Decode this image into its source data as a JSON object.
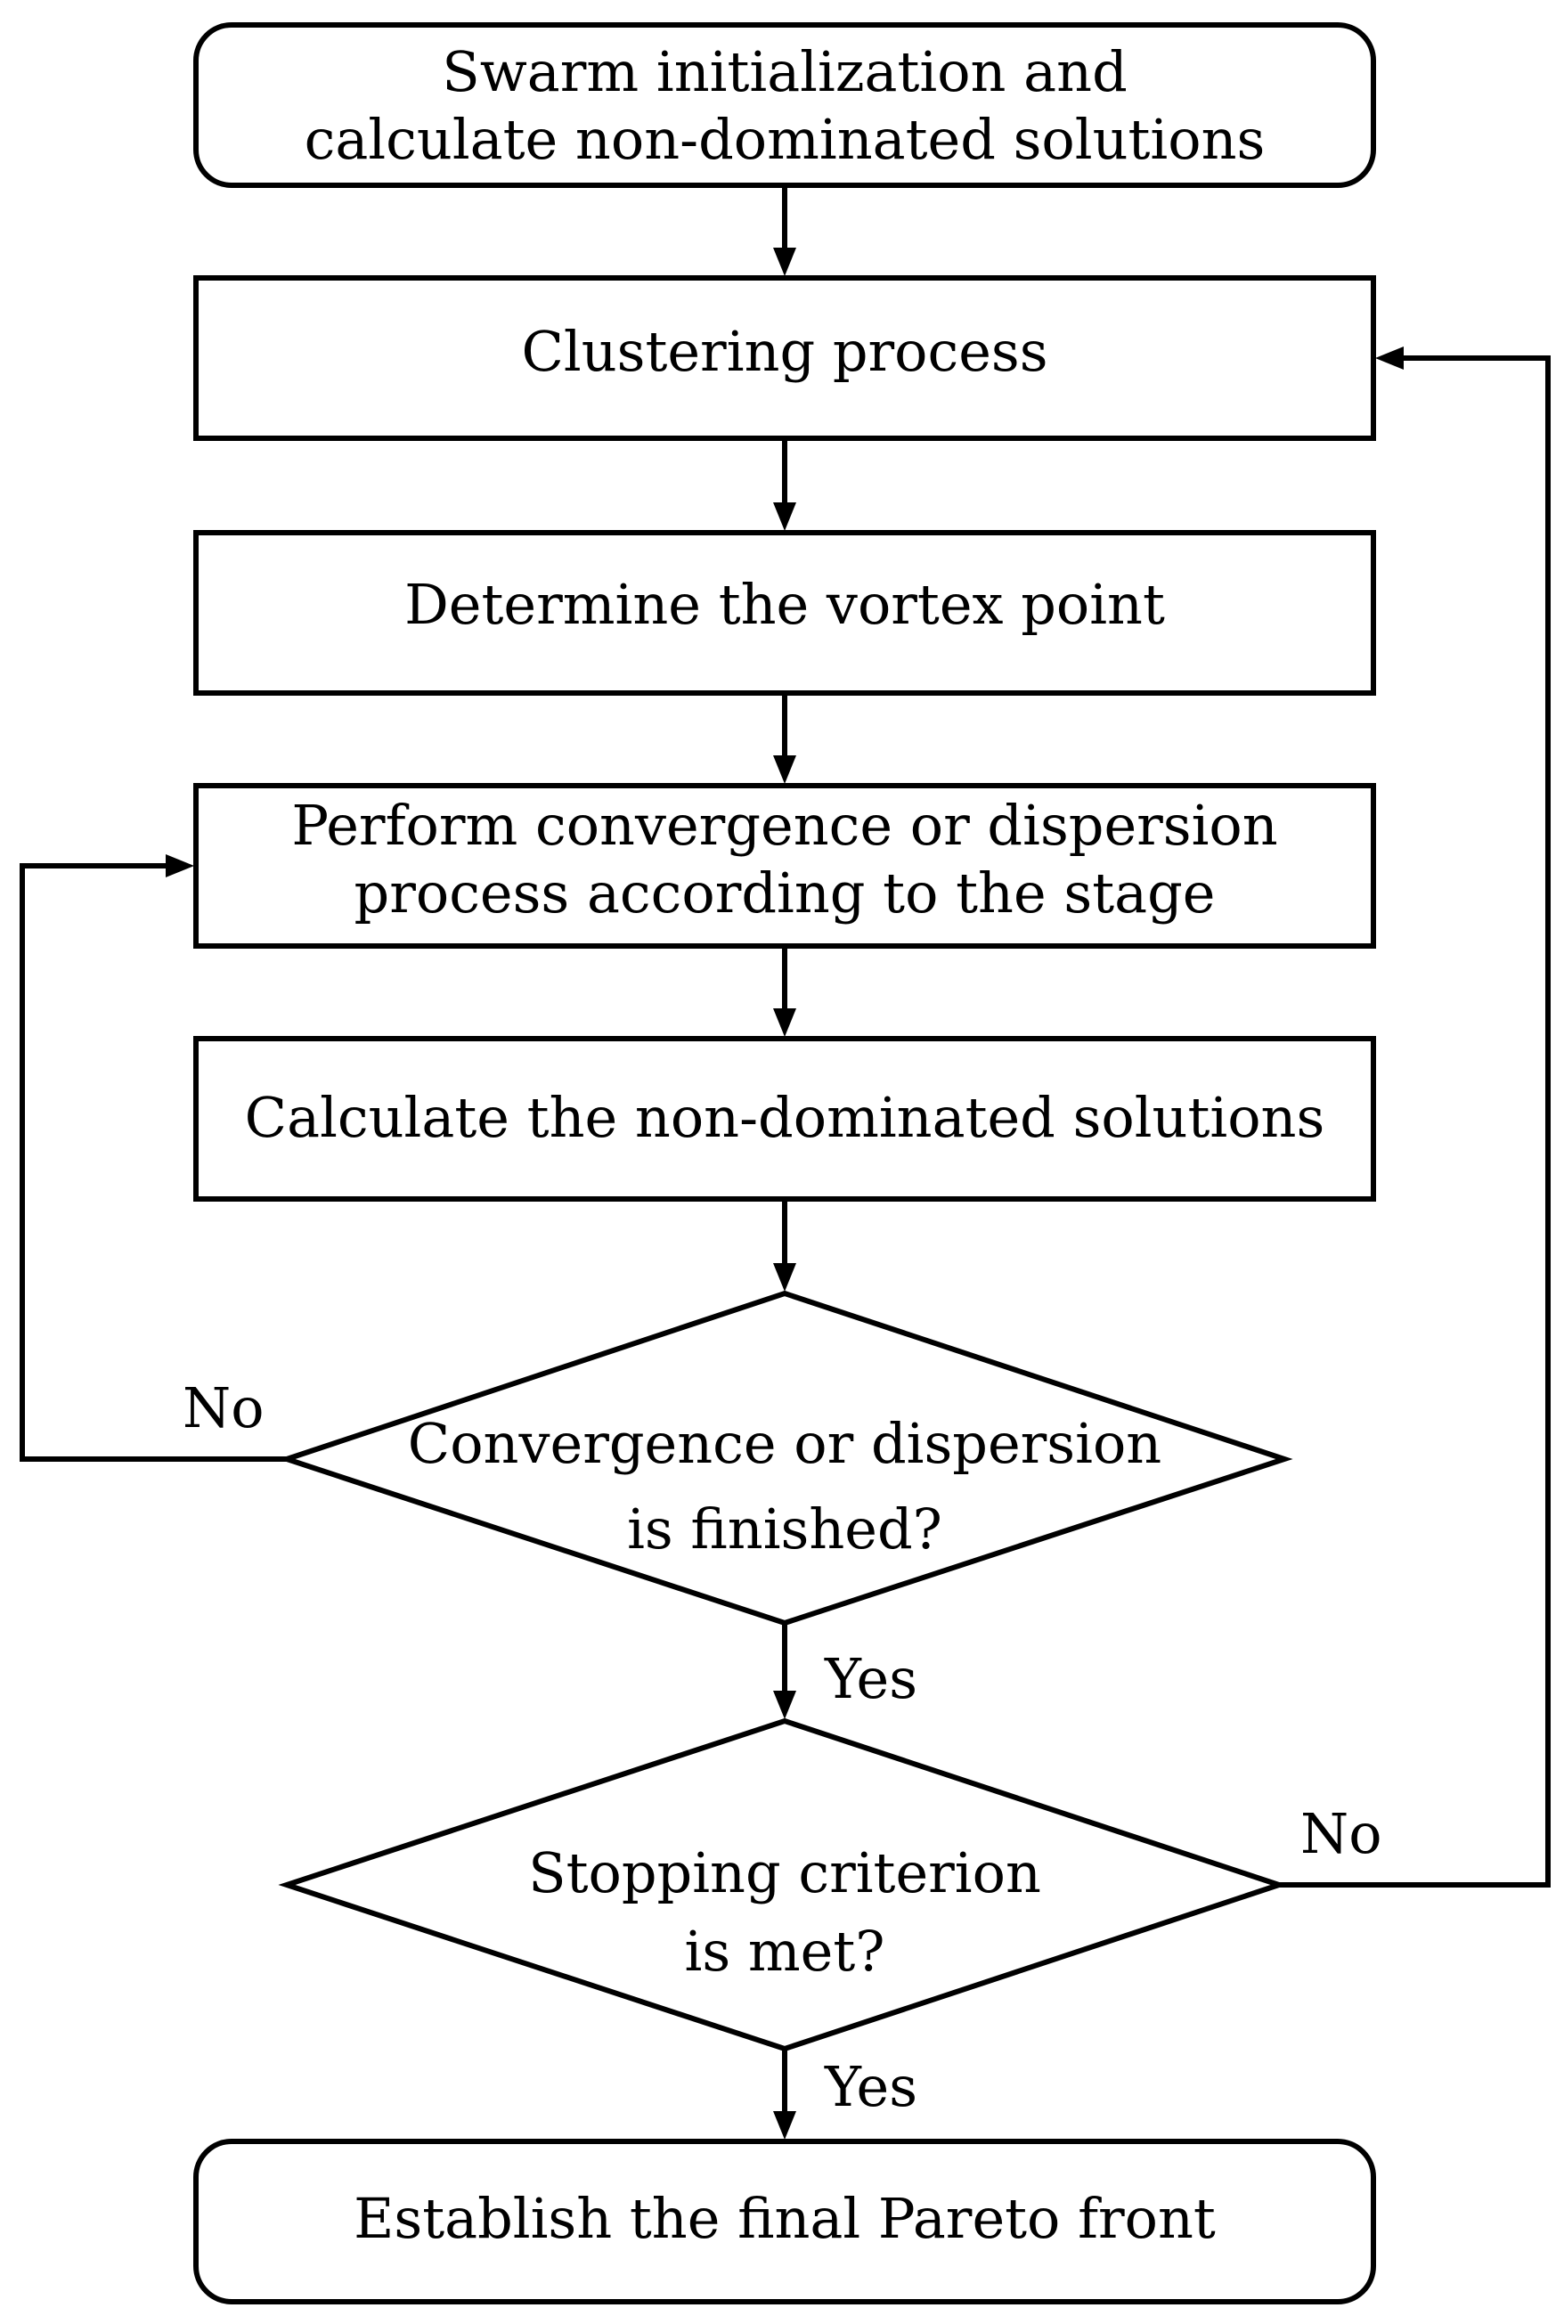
{
  "nodes": {
    "init": {
      "lines": [
        "Swarm initialization and",
        "calculate non-dominated solutions"
      ]
    },
    "clustering": {
      "lines": [
        "Clustering process"
      ]
    },
    "vortex": {
      "lines": [
        "Determine the vortex point"
      ]
    },
    "perform": {
      "lines": [
        "Perform convergence or dispersion",
        "process according to the stage"
      ]
    },
    "calculate": {
      "lines": [
        "Calculate the non-dominated solutions"
      ]
    },
    "decision1": {
      "lines": [
        "Convergence or dispersion",
        "is finished?"
      ]
    },
    "decision2": {
      "lines": [
        "Stopping criterion",
        "is met?"
      ]
    },
    "final": {
      "lines": [
        "Establish the final Pareto front"
      ]
    }
  },
  "edge_labels": {
    "decision1_no": "No",
    "decision1_yes": "Yes",
    "decision2_no": "No",
    "decision2_yes": "Yes"
  }
}
